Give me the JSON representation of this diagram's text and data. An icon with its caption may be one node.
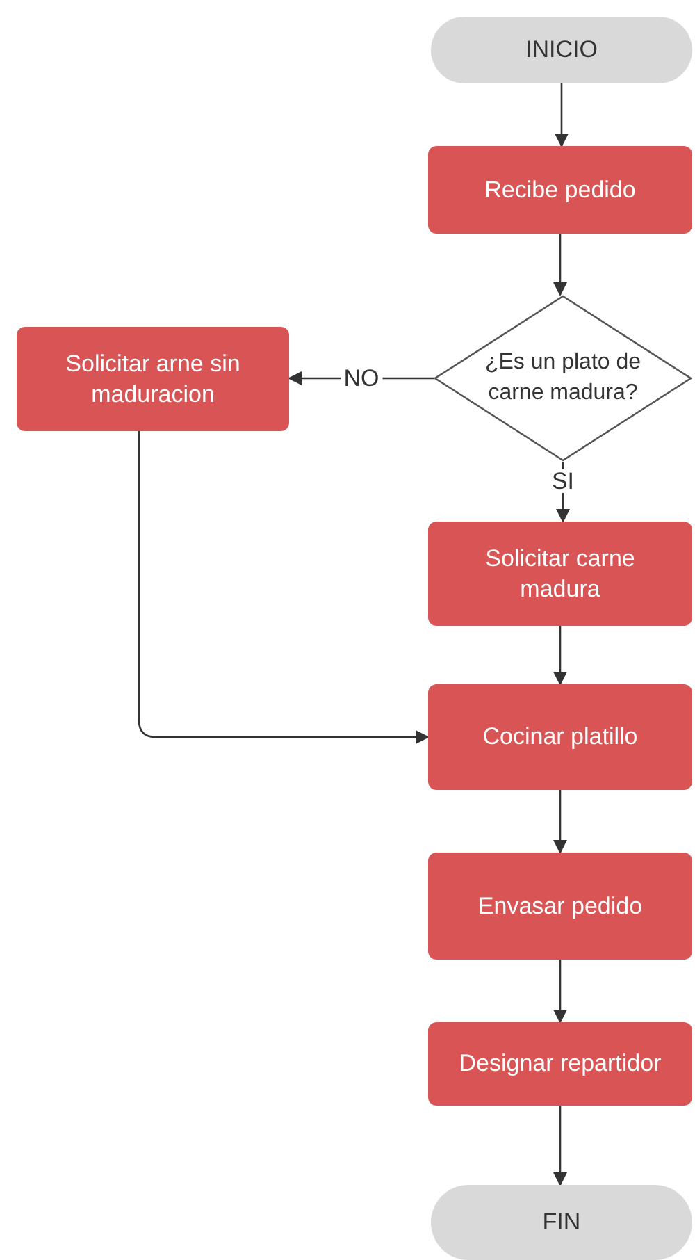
{
  "diagram": {
    "nodes": [
      {
        "text": [
          "INICIO"
        ]
      },
      {
        "text": [
          "Recibe pedido"
        ]
      },
      {
        "text": [
          "¿Es un plato de carne madura?"
        ]
      },
      {
        "text": [
          "Solicitar arne sin maduracion"
        ]
      },
      {
        "text": [
          "Solicitar carne madura"
        ]
      },
      {
        "text": [
          "Cocinar platillo"
        ]
      },
      {
        "text": [
          "Envasar pedido"
        ]
      },
      {
        "text": [
          "Designar repartidor"
        ]
      },
      {
        "text": [
          "FIN"
        ]
      }
    ],
    "edges": [
      {
        "from": 0,
        "to": 1,
        "arrow": "to"
      },
      {
        "from": 1,
        "to": 2,
        "arrow": "to"
      },
      {
        "from": 2,
        "to": 3,
        "arrow": "to",
        "label": "NO"
      },
      {
        "from": 2,
        "to": 4,
        "arrow": "to",
        "label": "SI"
      },
      {
        "from": 3,
        "to": 5,
        "arrow": "to"
      },
      {
        "from": 4,
        "to": 5,
        "arrow": "to"
      },
      {
        "from": 5,
        "to": 6,
        "arrow": "to"
      },
      {
        "from": 6,
        "to": 7,
        "arrow": "to"
      },
      {
        "from": 7,
        "to": 8,
        "arrow": "to"
      }
    ]
  }
}
